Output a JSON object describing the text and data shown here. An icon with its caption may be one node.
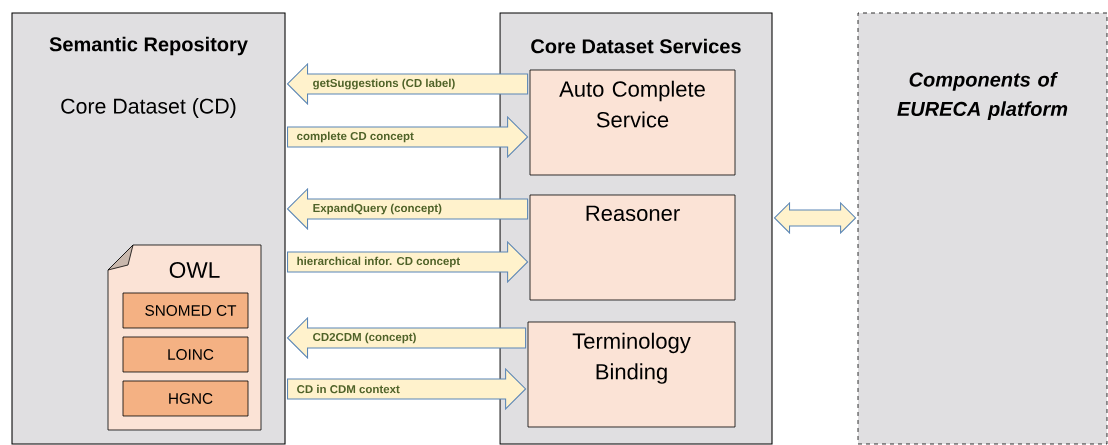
{
  "diagram": {
    "nodes": [
      {
        "text": [
          "Semantic Repository",
          "Core Dataset (CD)"
        ]
      },
      {
        "text": [
          "OWL"
        ],
        "in": 0
      },
      {
        "text": [
          "SNOMED CT"
        ],
        "in": 1
      },
      {
        "text": [
          "LOINC"
        ],
        "in": 1
      },
      {
        "text": [
          "HGNC"
        ],
        "in": 1
      },
      {
        "text": [
          "Core Dataset Services"
        ]
      },
      {
        "text": [
          "Auto Complete Service"
        ],
        "in": 5
      },
      {
        "text": [
          "Reasoner"
        ],
        "in": 5
      },
      {
        "text": [
          "Terminology Binding"
        ],
        "in": 5
      },
      {
        "text": [
          "Components of EURECA platform"
        ]
      }
    ],
    "edges": [
      {
        "from": 6,
        "to": 0,
        "arrow": "to",
        "label": "getSuggestions (CD label)"
      },
      {
        "from": 0,
        "to": 6,
        "arrow": "to",
        "label": "complete CD concept"
      },
      {
        "from": 7,
        "to": 0,
        "arrow": "to",
        "label": "ExpandQuery (concept)"
      },
      {
        "from": 0,
        "to": 7,
        "arrow": "to",
        "label": "hierarchical infor. CD concept"
      },
      {
        "from": 8,
        "to": 0,
        "arrow": "to",
        "label": "CD2CDM (concept)"
      },
      {
        "from": 0,
        "to": 8,
        "arrow": "to",
        "label": "CD in CDM context"
      },
      {
        "from": 5,
        "to": 9,
        "arrow": "both"
      }
    ]
  }
}
